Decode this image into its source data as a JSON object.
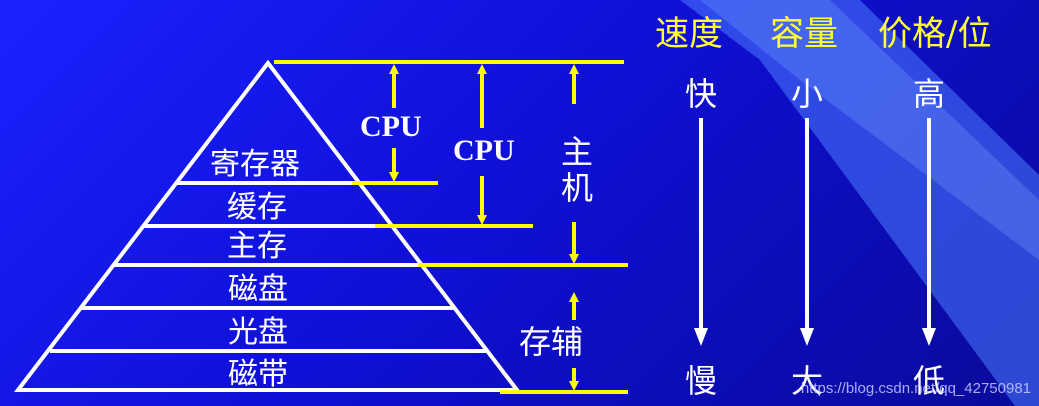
{
  "header": {
    "speed": "速度",
    "capacity": "容量",
    "price_per_bit": "价格/位"
  },
  "pyramid": {
    "layers": [
      "寄存器",
      "缓存",
      "主存",
      "磁盘",
      "光盘",
      "磁带"
    ]
  },
  "labels": {
    "cpu_inner": "CPU",
    "cpu_outer": "CPU",
    "host": [
      "主",
      "机"
    ],
    "auxiliary": "存辅"
  },
  "columns": {
    "speed": {
      "top": "快",
      "bottom": "慢"
    },
    "capacity": {
      "top": "小",
      "bottom": "大"
    },
    "price": {
      "top": "高",
      "bottom": "低"
    }
  },
  "watermark": "https://blog.csdn.net/qq_42750981",
  "colors": {
    "background": "#1010d8",
    "lines": "#ffffff",
    "brackets": "#ffff00",
    "header_text": "#ffff33",
    "beam": "#4a7cff"
  }
}
